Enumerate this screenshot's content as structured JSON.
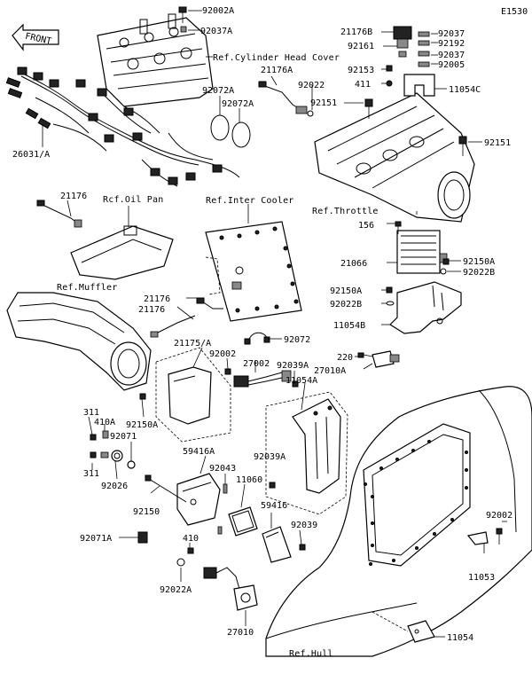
{
  "diagram_code": "E1530",
  "front_marker": "FRONT",
  "ref_labels": [
    "Ref.Cylinder Head Cover",
    "Rcf.Oil Pan",
    "Ref.Inter Cooler",
    "Ref.Throttle",
    "Ref.Muffler",
    "Ref.Hull"
  ],
  "part_labels": [
    "92002A",
    "92037A",
    "21176B",
    "92161",
    "92037",
    "92192",
    "92037",
    "92005",
    "92153",
    "411",
    "11054C",
    "21176A",
    "92022",
    "92072A",
    "92072A",
    "92151",
    "92151",
    "26031/A",
    "21176",
    "156",
    "21066",
    "92150A",
    "92022B",
    "92150A",
    "92022B",
    "11054B",
    "21176",
    "21176",
    "92072",
    "21175/A",
    "92002",
    "27002",
    "92039A",
    "220",
    "27010A",
    "11054A",
    "311",
    "410A",
    "92150A",
    "92071",
    "311",
    "92026",
    "59416A",
    "92039A",
    "92043",
    "11060",
    "92150",
    "59416",
    "92039",
    "92071A",
    "410",
    "92022A",
    "27010",
    "92002",
    "11053",
    "11054",
    "Ref.Hull"
  ]
}
